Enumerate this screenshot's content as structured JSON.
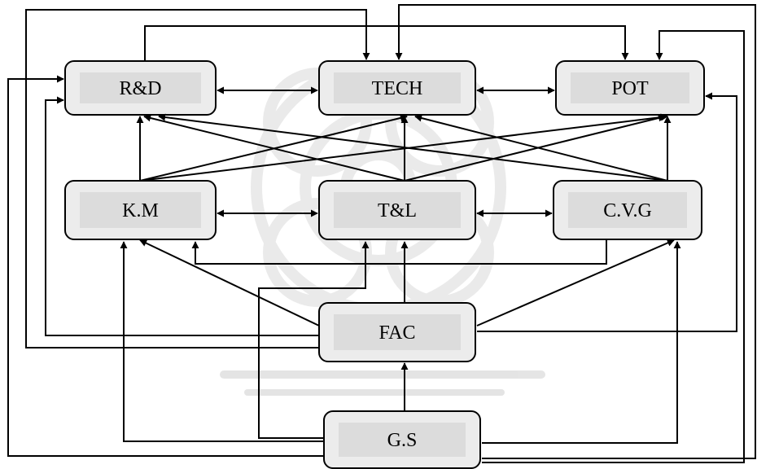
{
  "diagram": {
    "nodes": [
      {
        "id": "rd",
        "label": "R&D"
      },
      {
        "id": "tech",
        "label": "TECH"
      },
      {
        "id": "pot",
        "label": "POT"
      },
      {
        "id": "km",
        "label": "K.M"
      },
      {
        "id": "tl",
        "label": "T&L"
      },
      {
        "id": "cvg",
        "label": "C.V.G"
      },
      {
        "id": "fac",
        "label": "FAC"
      },
      {
        "id": "gs",
        "label": "G.S"
      }
    ],
    "edges": [
      {
        "from": "rd",
        "to": "tech",
        "bidirectional": true
      },
      {
        "from": "tech",
        "to": "pot",
        "bidirectional": true
      },
      {
        "from": "km",
        "to": "tl",
        "bidirectional": true
      },
      {
        "from": "tl",
        "to": "cvg",
        "bidirectional": true
      },
      {
        "from": "km",
        "to": "rd"
      },
      {
        "from": "km",
        "to": "tech"
      },
      {
        "from": "km",
        "to": "pot"
      },
      {
        "from": "tl",
        "to": "rd"
      },
      {
        "from": "tl",
        "to": "tech"
      },
      {
        "from": "tl",
        "to": "pot"
      },
      {
        "from": "cvg",
        "to": "rd"
      },
      {
        "from": "cvg",
        "to": "tech"
      },
      {
        "from": "cvg",
        "to": "pot"
      },
      {
        "from": "fac",
        "to": "km"
      },
      {
        "from": "fac",
        "to": "tl"
      },
      {
        "from": "fac",
        "to": "cvg"
      },
      {
        "from": "fac",
        "to": "rd"
      },
      {
        "from": "fac",
        "to": "pot"
      },
      {
        "from": "gs",
        "to": "fac"
      },
      {
        "from": "gs",
        "to": "km"
      },
      {
        "from": "gs",
        "to": "tl"
      },
      {
        "from": "gs",
        "to": "cvg"
      },
      {
        "from": "gs",
        "to": "rd"
      },
      {
        "from": "gs",
        "to": "tech"
      },
      {
        "from": "gs",
        "to": "pot"
      },
      {
        "from": "rd",
        "to": "tech"
      },
      {
        "from": "rd",
        "to": "pot"
      },
      {
        "from": "cvg",
        "to": "km"
      }
    ]
  }
}
